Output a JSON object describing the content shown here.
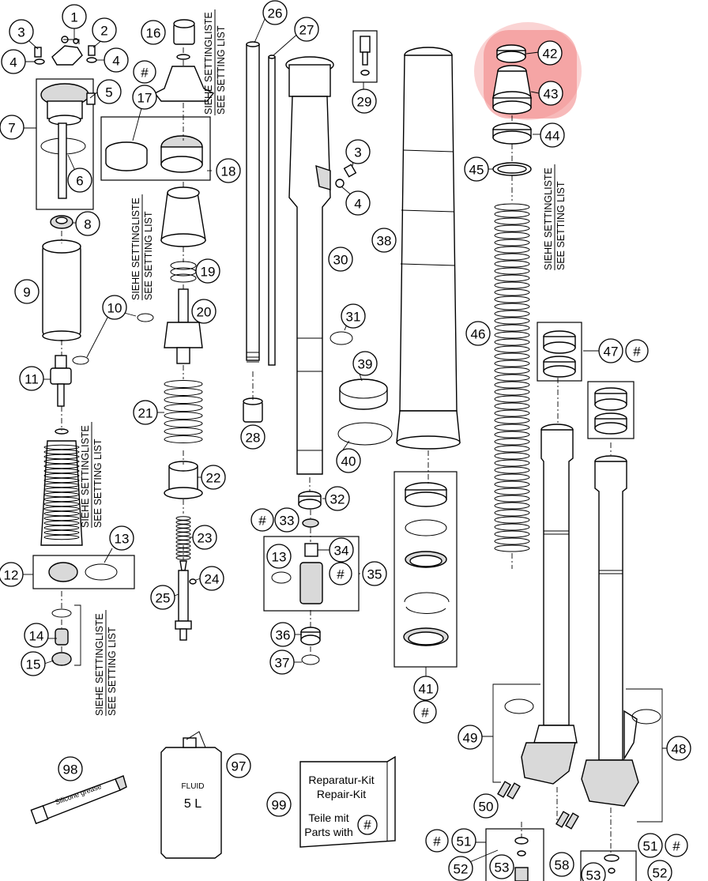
{
  "callouts": [
    {
      "id": "c1",
      "text": "1"
    },
    {
      "id": "c2",
      "text": "2"
    },
    {
      "id": "c3a",
      "text": "3"
    },
    {
      "id": "c4a",
      "text": "4"
    },
    {
      "id": "c4b",
      "text": "4"
    },
    {
      "id": "c5",
      "text": "5"
    },
    {
      "id": "c6",
      "text": "6"
    },
    {
      "id": "c7",
      "text": "7"
    },
    {
      "id": "c8",
      "text": "8"
    },
    {
      "id": "c9",
      "text": "9"
    },
    {
      "id": "c10",
      "text": "10"
    },
    {
      "id": "c11",
      "text": "11"
    },
    {
      "id": "c12",
      "text": "12"
    },
    {
      "id": "c13a",
      "text": "13"
    },
    {
      "id": "c14",
      "text": "14"
    },
    {
      "id": "c15",
      "text": "15"
    },
    {
      "id": "c16",
      "text": "16"
    },
    {
      "id": "c17",
      "text": "17"
    },
    {
      "id": "c18",
      "text": "18"
    },
    {
      "id": "c19",
      "text": "19"
    },
    {
      "id": "c20",
      "text": "20"
    },
    {
      "id": "c21",
      "text": "21"
    },
    {
      "id": "c22",
      "text": "22"
    },
    {
      "id": "c23",
      "text": "23"
    },
    {
      "id": "c24",
      "text": "24"
    },
    {
      "id": "c25",
      "text": "25"
    },
    {
      "id": "c26",
      "text": "26"
    },
    {
      "id": "c27",
      "text": "27"
    },
    {
      "id": "c28",
      "text": "28"
    },
    {
      "id": "c29",
      "text": "29"
    },
    {
      "id": "c30",
      "text": "30"
    },
    {
      "id": "c31",
      "text": "31"
    },
    {
      "id": "c32",
      "text": "32"
    },
    {
      "id": "c33",
      "text": "33"
    },
    {
      "id": "c34",
      "text": "34"
    },
    {
      "id": "c35",
      "text": "35"
    },
    {
      "id": "c36",
      "text": "36"
    },
    {
      "id": "c37",
      "text": "37"
    },
    {
      "id": "c38",
      "text": "38"
    },
    {
      "id": "c39",
      "text": "39"
    },
    {
      "id": "c40",
      "text": "40"
    },
    {
      "id": "c41",
      "text": "41"
    },
    {
      "id": "c3b",
      "text": "3"
    },
    {
      "id": "c4c",
      "text": "4"
    },
    {
      "id": "c13b",
      "text": "13"
    },
    {
      "id": "c42",
      "text": "42"
    },
    {
      "id": "c43",
      "text": "43"
    },
    {
      "id": "c44",
      "text": "44"
    },
    {
      "id": "c45",
      "text": "45"
    },
    {
      "id": "c46",
      "text": "46"
    },
    {
      "id": "c47",
      "text": "47"
    },
    {
      "id": "c48",
      "text": "48"
    },
    {
      "id": "c49",
      "text": "49"
    },
    {
      "id": "c50",
      "text": "50"
    },
    {
      "id": "c51a",
      "text": "51"
    },
    {
      "id": "c51b",
      "text": "51"
    },
    {
      "id": "c52a",
      "text": "52"
    },
    {
      "id": "c52b",
      "text": "52"
    },
    {
      "id": "c53a",
      "text": "53"
    },
    {
      "id": "c53b",
      "text": "53"
    },
    {
      "id": "c58",
      "text": "58"
    },
    {
      "id": "c97",
      "text": "97"
    },
    {
      "id": "c98",
      "text": "98"
    },
    {
      "id": "c99",
      "text": "99"
    }
  ],
  "hash_marks": {
    "symbol": "#"
  },
  "setting_note": {
    "line1": "SIEHE SETTINGLISTE",
    "line2": "SEE SETTING LIST"
  },
  "repair_kit": {
    "line1": "Reparatur-Kit",
    "line2": "Repair-Kit",
    "line3": "Teile mit",
    "line4": "Parts with"
  },
  "oil_can": {
    "brand": "FLUID",
    "volume": "5 L"
  },
  "grease_tube": {
    "label": "Silicone grease"
  },
  "highlight": {
    "color": "#f08080",
    "parts": [
      "42",
      "43"
    ]
  }
}
